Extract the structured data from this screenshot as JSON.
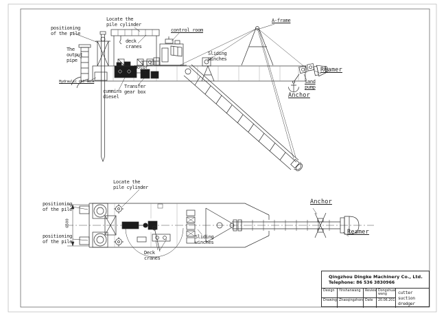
{
  "side_view": {
    "labels": {
      "positioning_pile": "positioning\nof the pile",
      "locate_cylinder": "Locate the\npile cylinder",
      "output_pipe": "The\noutput\npipe",
      "deck_cranes": "deck\ncranes",
      "control_room": "control room",
      "a_frame": "A-frame",
      "sliding_winches": "Sliding\nwinches",
      "hydraulic_tank": "Hydraulic oil tank",
      "cummins_diesel": "cummins\ndiesel",
      "transfer_gearbox": "Transfer\ngear box",
      "motor": "Motor",
      "reamer": "Reamer",
      "sand_pump": "sand\npump",
      "anchor": "Anchor"
    }
  },
  "plan_view": {
    "labels": {
      "locate_cylinder": "Locate the\npile cylinder",
      "positioning_pile_top": "positioning\nof the pile",
      "positioning_pile_bottom": "positioning\nof the pile",
      "width_dimension": "6500",
      "deck_cranes": "Deck\ncranes",
      "sliding_winches": "Sliding\nwinches",
      "anchor": "Anchor",
      "reamer": "Reamer"
    }
  },
  "title_block": {
    "company": "Qingzhou Dingke Machinery Co., Ltd.",
    "telephone": "Telephone: 86 536 3830966",
    "design_label": "Design",
    "design_name": "Yinshanwang",
    "review_label": "Review",
    "review_name": "Dongshuai wang",
    "drawing_label": "Drawing",
    "drawing_name": "Zhaoqingzhong",
    "date_label": "Date",
    "date_value": "20.06.2011",
    "product_title": "cutter suction dredger"
  }
}
